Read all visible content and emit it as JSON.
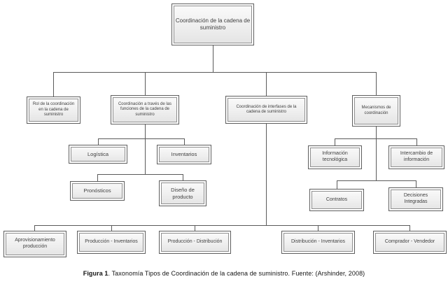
{
  "diagram": {
    "root": "Coordinación de la cadena de suministro",
    "branches": [
      {
        "label": "Rol de la coordinación en la cadena de suministro",
        "children": []
      },
      {
        "label": "Coordinación a través de las funciones de la cadena de suministro",
        "children": [
          "Logística",
          "Inventarios",
          "Pronósticos",
          "Diseño de producto"
        ]
      },
      {
        "label": "Coordinación de interfases de la cadena de suministro",
        "children": [
          "Aprovisionamiento producción",
          "Producción - Inventarios",
          "Producción - Distribución",
          "Distribución - Inventarios",
          "Comprador - Vendedor"
        ]
      },
      {
        "label": "Mecanismos de coordinación",
        "children": [
          "Información tecnológica",
          "Intercambio de información",
          "Contratos",
          "Decisiones Integradas"
        ]
      }
    ]
  },
  "caption": {
    "label": "Figura 1",
    "text": ". Taxonomía Tipos de Coordinación de la cadena de suministro. Fuente: (Arshinder, 2008)"
  },
  "colors": {
    "connector_line": "#5a5a5a",
    "box_border": "#5e5e5e",
    "box_fill": "#ededed",
    "box_text": "#404040"
  }
}
